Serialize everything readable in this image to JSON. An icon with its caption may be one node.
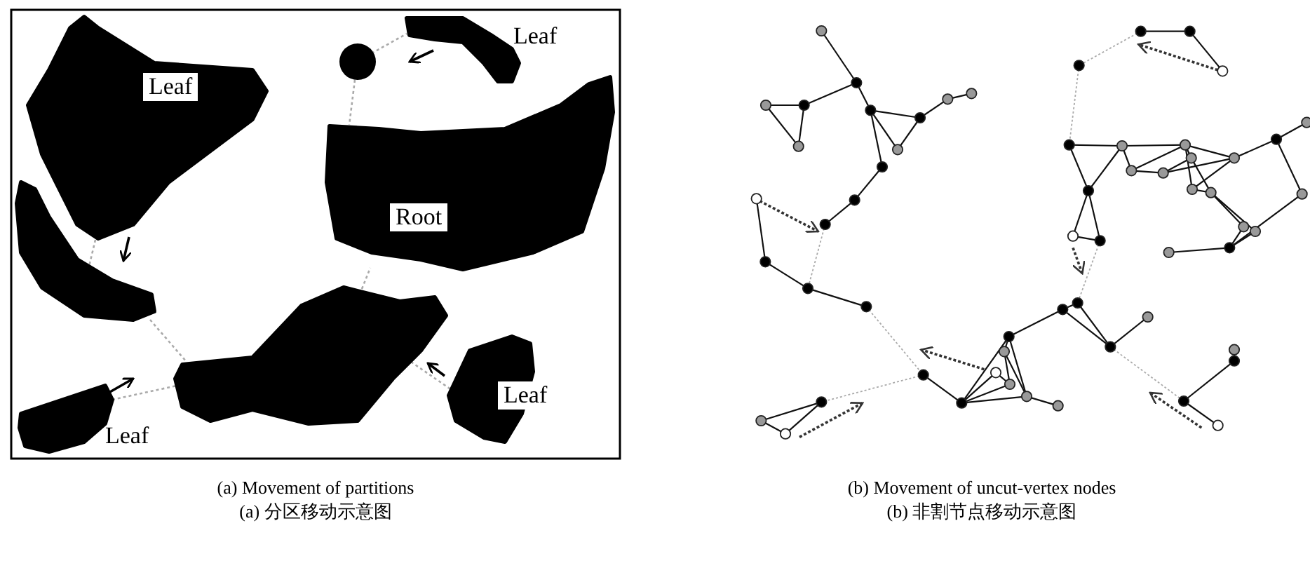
{
  "diagram": {
    "nodes": [
      {
        "text": [
          "Leaf"
        ]
      },
      {
        "text": [],
        "shape": "circle"
      },
      {
        "text": [
          "Leaf"
        ]
      },
      {
        "text": [
          "Root"
        ]
      },
      {
        "text": [],
        "shape": "blob"
      },
      {
        "text": [],
        "shape": "blob"
      },
      {
        "text": [
          "Leaf"
        ]
      },
      {
        "text": [
          "Leaf"
        ]
      }
    ],
    "edges": [
      {
        "from": 1,
        "to": 2,
        "arrow": "none",
        "style": "dashed"
      },
      {
        "from": 1,
        "to": 3,
        "arrow": "none",
        "style": "dashed"
      },
      {
        "from": 0,
        "to": 4,
        "arrow": "none",
        "style": "dashed"
      },
      {
        "from": 4,
        "to": 5,
        "arrow": "none",
        "style": "dashed"
      },
      {
        "from": 6,
        "to": 5,
        "arrow": "none",
        "style": "dashed"
      },
      {
        "from": 5,
        "to": 3,
        "arrow": "none",
        "style": "dashed"
      },
      {
        "from": 5,
        "to": 7,
        "arrow": "none",
        "style": "dashed"
      }
    ],
    "labels": [
      "(a) Movement of partitions",
      "(a) 分区移动示意图",
      "(b) Movement of uncut-vertex nodes",
      "(b) 非割节点移动示意图"
    ]
  }
}
